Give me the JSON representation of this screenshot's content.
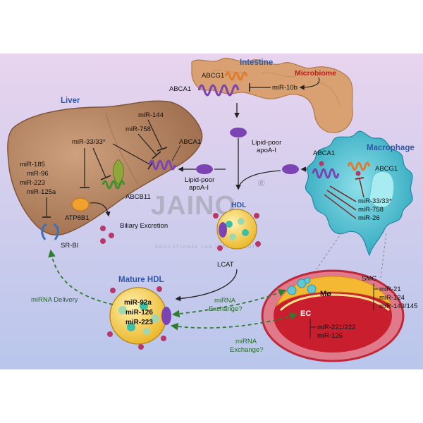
{
  "titles": {
    "intestine": "Intestine",
    "liver": "Liver",
    "macrophage": "Macrophage",
    "mature_hdl": "Mature HDL",
    "hdl": "HDL"
  },
  "intestine": {
    "abcg1": "ABCG1",
    "abca1": "ABCA1",
    "microbiome": "Microbiome",
    "mir10b": "miR-10b"
  },
  "liver": {
    "mirs_left": [
      "miR-185",
      "miR-96",
      "miR-223",
      "miR-125a"
    ],
    "mir33": "miR-33/33*",
    "mir144": "miR-144",
    "mir758": "miR-758",
    "abca1": "ABCA1",
    "abcb11": "ABCB11",
    "atp8b1": "ATP8B1",
    "srbi": "SR-BI",
    "biliary": "Biliary Excretion"
  },
  "apoa": {
    "top_line1": "Lipid-poor",
    "top_line2": "apoA-I",
    "mid_line1": "Lipid-poor",
    "mid_line2": "apoA-I"
  },
  "macrophage": {
    "abca1": "ABCA1",
    "abcg1": "ABCG1",
    "mirs": [
      "miR-33/33*",
      "miR-758",
      "miR-26"
    ]
  },
  "hdl": {
    "lcat": "LCAT",
    "mature_mirs": [
      "miR-92a",
      "miR-126",
      "miR-223"
    ]
  },
  "vessel": {
    "mo": "Mø",
    "ec": "EC",
    "smc": "SMC",
    "smc_mirs": [
      "miR-21",
      "miR-124",
      "miR-143/145"
    ],
    "ec_mirs": [
      "miR-221/222",
      "miR-126"
    ]
  },
  "arrows": {
    "mirna_delivery": "miRNA Delivery",
    "exchange1_line1": "miRNA",
    "exchange1_line2": "Exchange?",
    "exchange2_line1": "miRNA",
    "exchange2_line2": "Exchange?"
  },
  "watermark": {
    "brand": "JAINO",
    "sub": "EDUCATIONAL LAB INSTRUMENTS",
    "reg": "®"
  },
  "colors": {
    "bg_top": "#e6d3ec",
    "bg_bottom": "#bcc8ec",
    "liver": "#b98763",
    "intestine": "#dca677",
    "macrophage": "#4fbfd0",
    "hdl": "#f2c23a",
    "apoa": "#7b43b4",
    "dashed_green": "#2e7d2e"
  }
}
